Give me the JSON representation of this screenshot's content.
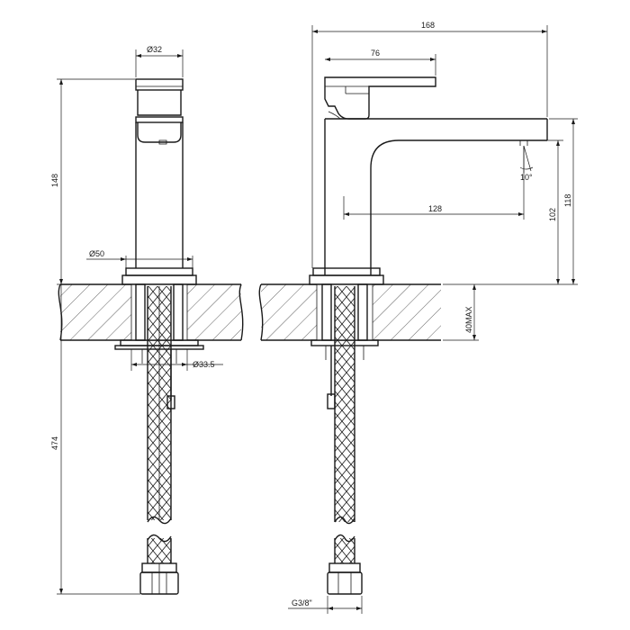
{
  "dimensions": {
    "side_diameter_body": "Ø32",
    "side_height_body": "148",
    "side_diameter_base": "Ø50",
    "side_diameter_shank": "Ø33.5",
    "side_total_length": "474",
    "front_overall_length": "168",
    "front_handle_length": "76",
    "front_spout_reach": "128",
    "front_spout_height": "102",
    "front_total_height": "118",
    "front_deck_max": "40MAX",
    "front_thread": "G3/8\"",
    "front_angle": "10°"
  }
}
